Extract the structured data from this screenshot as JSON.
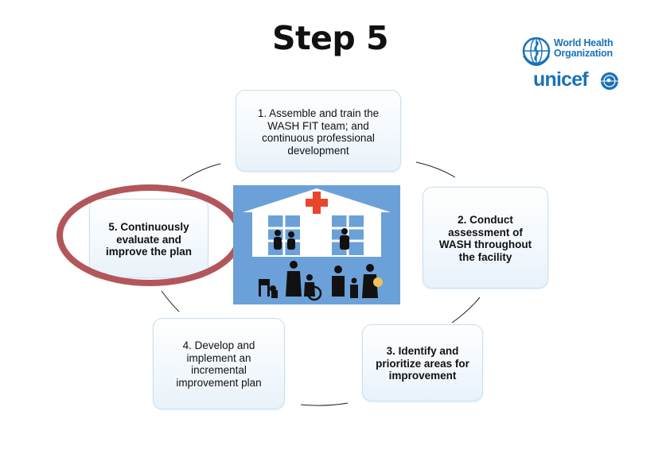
{
  "title": "Step 5",
  "logos": {
    "who_name": "World Health\nOrganization",
    "unicef_name": "unicef",
    "brand_color": "#1a72b8"
  },
  "steps": [
    {
      "number": 1,
      "text": "1. Assemble and train the\nWASH FIT team; and\ncontinuous professional\ndevelopment"
    },
    {
      "number": 2,
      "text": "2. Conduct\nassessment of\nWASH throughout\nthe facility"
    },
    {
      "number": 3,
      "text": "3. Identify and\nprioritize areas for\nimprovement"
    },
    {
      "number": 4,
      "text": "4. Develop and\nimplement an\nincremental\nimprovement plan"
    },
    {
      "number": 5,
      "text": "5. Continuously\nevaluate and\nimprove the plan"
    }
  ],
  "highlight": {
    "step": 5,
    "color": "#b3565a"
  },
  "illustration": {
    "icon": "health-facility-icon",
    "background_color": "#6ba1d8",
    "cross_color": "#e8452c"
  }
}
